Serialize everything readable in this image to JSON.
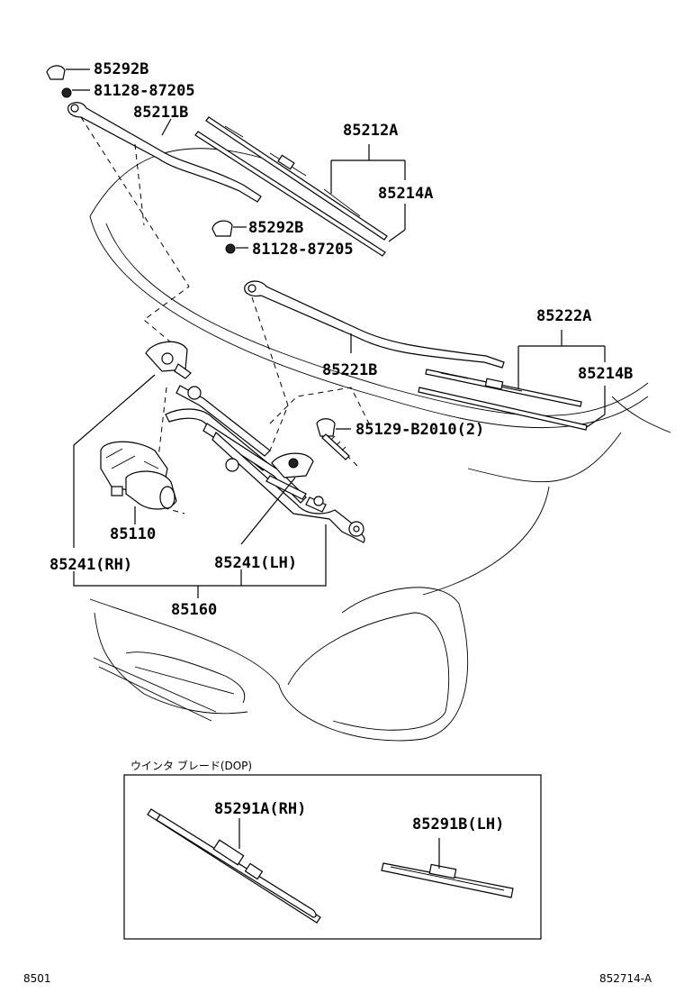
{
  "labels": {
    "p85292b_a": "85292B",
    "p81128_a": "81128-87205",
    "p85211b": "85211B",
    "p85212a": "85212A",
    "p85214a": "85214A",
    "p85292b_b": "85292B",
    "p81128_b": "81128-87205",
    "p85222a": "85222A",
    "p85221b": "85221B",
    "p85214b": "85214B",
    "p85129": "85129-B2010(2)",
    "p85110": "85110",
    "p85241rh": "85241(RH)",
    "p85241lh": "85241(LH)",
    "p85160": "85160",
    "p85291a": "85291A(RH)",
    "p85291b": "85291B(LH)"
  },
  "option_box": {
    "title": "ウインタ ブレード(DOP)"
  },
  "footer": {
    "left_code": "8501",
    "right_code": "852714-A"
  }
}
